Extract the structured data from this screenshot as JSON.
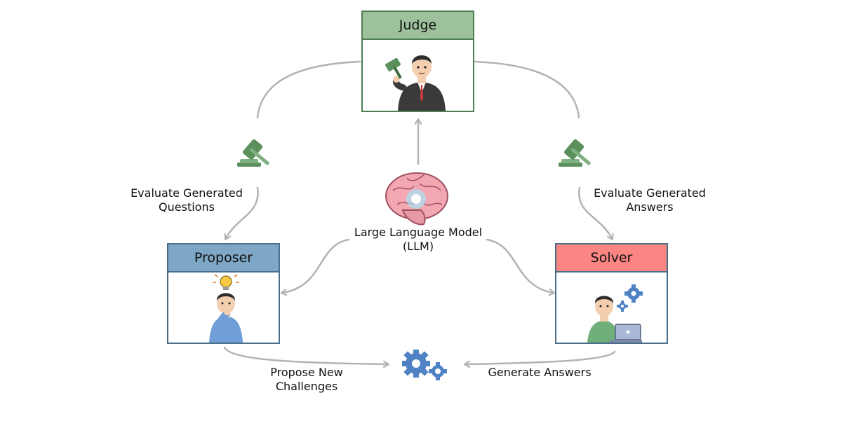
{
  "colors": {
    "judge_header": "#9cc19b",
    "judge_border": "#4e7f52",
    "proposer_header": "#7ea7c6",
    "proposer_border": "#4b6f8a",
    "solver_header": "#fa8582",
    "solver_border": "#4b6f8a",
    "arrow": "#b3b3b3",
    "gavel": "#5b8f5c",
    "gear": "#4f82c4",
    "brain": "#f2a7b2"
  },
  "judge": {
    "title": "Judge",
    "icon": "judge-person-with-gavel"
  },
  "proposer": {
    "title": "Proposer",
    "icon": "thinking-person-with-lightbulb"
  },
  "solver": {
    "title": "Solver",
    "icon": "person-with-laptop-and-gears"
  },
  "llm": {
    "line1": "Large Language Model",
    "line2": "(LLM)",
    "icon": "brain"
  },
  "edges": {
    "evaluate_questions": {
      "line1": "Evaluate Generated",
      "line2": "Questions",
      "icon": "gavel"
    },
    "evaluate_answers": {
      "line1": "Evaluate Generated",
      "line2": "Answers",
      "icon": "gavel"
    },
    "propose": {
      "line1": "Propose New",
      "line2": "Challenges"
    },
    "generate": {
      "line1": "Generate Answers"
    },
    "center_icon": "gears"
  }
}
